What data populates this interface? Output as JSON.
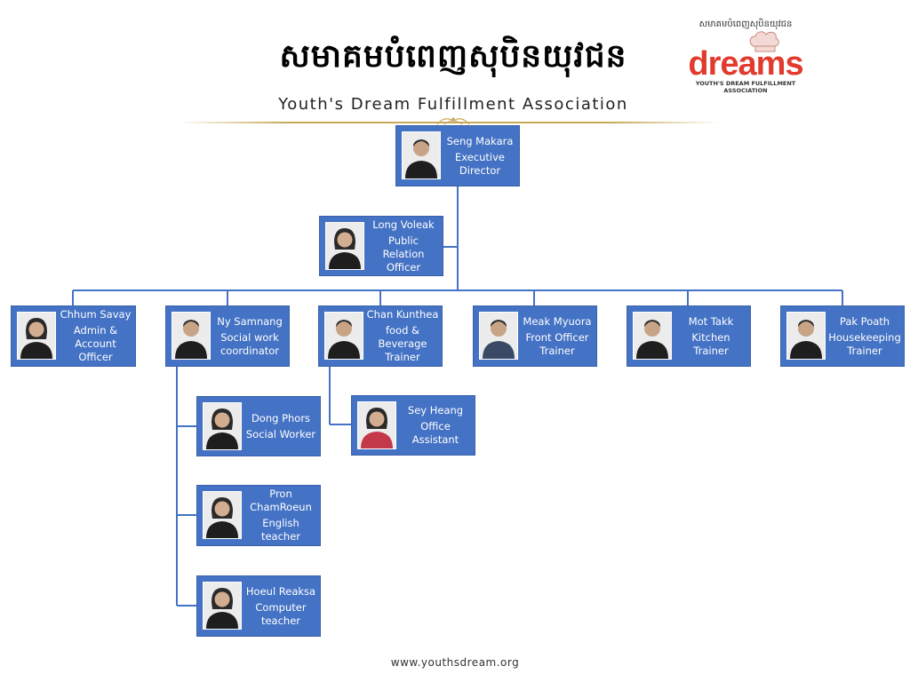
{
  "header": {
    "title_kh": "សមាគមបំពេញសុបិនយុវជន",
    "title_en": "Youth's Dream Fulfillment Association"
  },
  "logo": {
    "kh_text": "សមាគមបំពេញសុបិនយុវជន",
    "wordmark": "dreams",
    "subtitle": "YOUTH'S DREAM FULFILLMENT ASSOCIATION",
    "color": "#e23b2e"
  },
  "colors": {
    "card": "#4472c4",
    "connector": "#4472c4",
    "accent_gold": "#c8a85a"
  },
  "staff": [
    {
      "id": "seng",
      "name": "Seng Makara",
      "role": "Executive\nDirector",
      "avatar": "person-male"
    },
    {
      "id": "long",
      "name": "Long Voleak",
      "role": "Public Relation\nOfficer",
      "avatar": "person-female"
    },
    {
      "id": "chhum",
      "name": "Chhum Savay",
      "role": "Admin &\nAccount Officer",
      "avatar": "person-female"
    },
    {
      "id": "ny",
      "name": "Ny Samnang",
      "role": "Social work\ncoordinator",
      "avatar": "person-male"
    },
    {
      "id": "chan",
      "name": "Chan Kunthea",
      "role": "food &\nBeverage\nTrainer",
      "avatar": "person-male"
    },
    {
      "id": "meak",
      "name": "Meak Myuora",
      "role": "Front Officer\nTrainer",
      "avatar": "person-male"
    },
    {
      "id": "mot",
      "name": "Mot Takk",
      "role": "Kitchen Trainer",
      "avatar": "person-male"
    },
    {
      "id": "pak",
      "name": "Pak Poath",
      "role": "Housekeeping\nTrainer",
      "avatar": "person-male"
    },
    {
      "id": "dong",
      "name": "Dong Phors",
      "role": "Social Worker",
      "avatar": "person-female"
    },
    {
      "id": "sey",
      "name": "Sey Heang",
      "role": "Office Assistant",
      "avatar": "person-female"
    },
    {
      "id": "pron",
      "name": "Pron\nChamRoeun",
      "role": "English teacher",
      "avatar": "person-female"
    },
    {
      "id": "hoeul",
      "name": "Hoeul Reaksa",
      "role": "Computer\nteacher",
      "avatar": "person-female"
    }
  ],
  "footer": {
    "website": "www.youthsdream.org"
  }
}
